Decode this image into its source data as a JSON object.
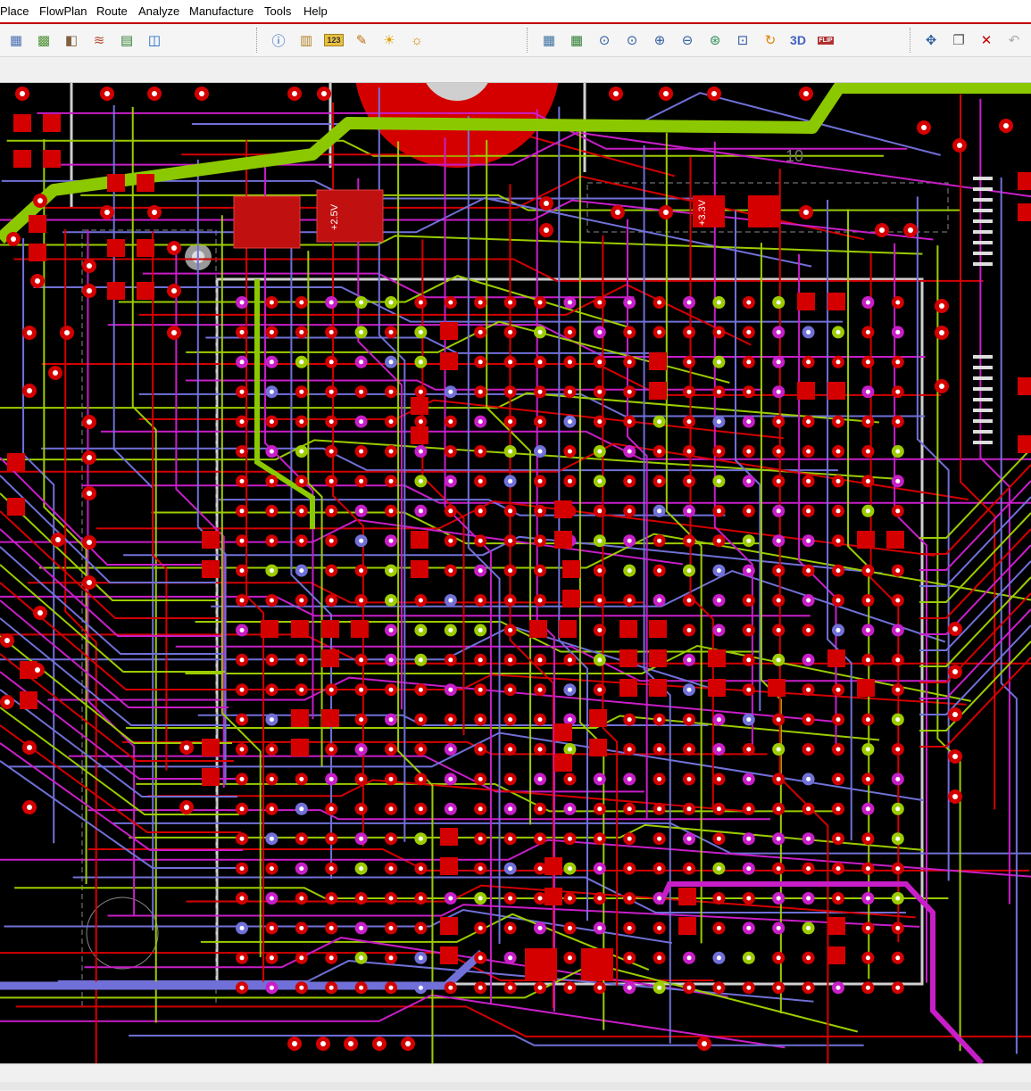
{
  "menu": {
    "items": [
      {
        "label": "Place"
      },
      {
        "label": "FlowPlan"
      },
      {
        "label": "Route"
      },
      {
        "label": "Analyze"
      },
      {
        "label": "Manufacture"
      },
      {
        "label": "Tools"
      },
      {
        "label": "Help"
      }
    ]
  },
  "toolbar": {
    "group1": [
      "grid-icon",
      "color-layers-icon",
      "layer-visibility-icon",
      "stackup-icon",
      "ecm-icon",
      "board-icon"
    ],
    "group2": [
      "info-icon",
      "properties-icon",
      "measure-123-icon",
      "paint-brush-icon",
      "highlight-sun-icon",
      "dehighlight-icon"
    ],
    "group3": [
      "zoom-prev-grid-icon",
      "zoom-grid-icon",
      "zoom-fit-icon",
      "zoom-window-icon",
      "zoom-in-icon",
      "zoom-out-icon",
      "zoom-world-icon",
      "zoom-selection-icon",
      "refresh-icon",
      "view-3d-icon",
      "flip-icon"
    ],
    "group4": [
      "move-icon",
      "copy-icon",
      "delete-icon",
      "undo-icon"
    ],
    "labels": {
      "zoom3d": "3D",
      "flip": "FLIP",
      "measure": "123"
    }
  },
  "canvas": {
    "background": "#000000",
    "colors": {
      "top_layer": "#d40000",
      "inner_magenta": "#c81ec8",
      "inner_blue": "#7070d8",
      "inner_green": "#9ccc00",
      "outline_white": "#d0d0d0"
    },
    "net_labels": [
      "+3.3V",
      "+2.5V",
      "10"
    ]
  }
}
